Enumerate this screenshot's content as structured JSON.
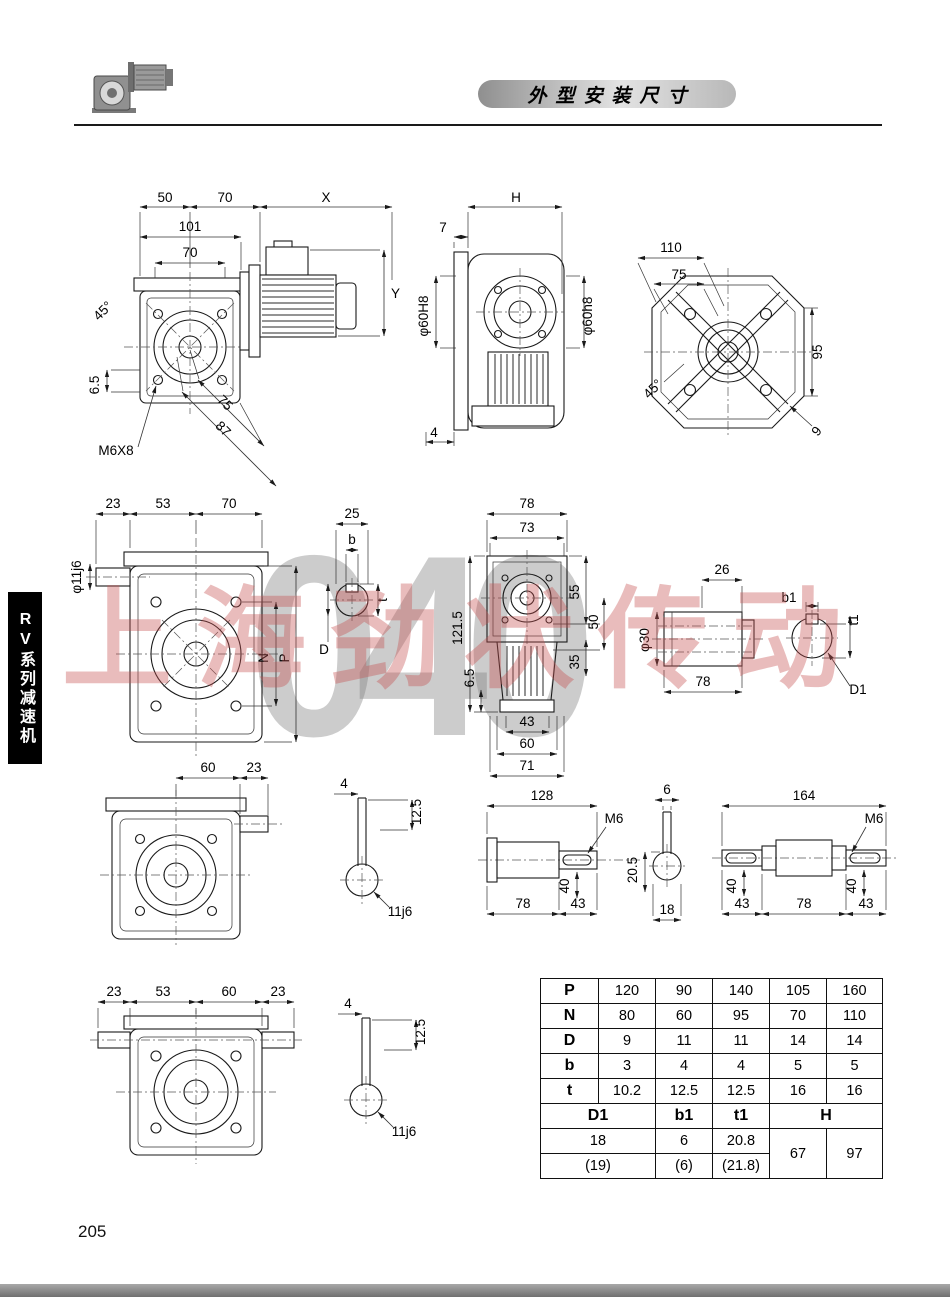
{
  "header": {
    "title": "外型安装尺寸"
  },
  "sidebar": {
    "label": "RV系列减速机"
  },
  "watermark": {
    "text": "上海劲状传动",
    "number": "040"
  },
  "footer": {
    "page_number": "205"
  },
  "views": {
    "front_motor": {
      "d50": "50",
      "d70a": "70",
      "dX": "X",
      "d101": "101",
      "d70b": "70",
      "a45": "45°",
      "d65": "6.5",
      "d75": "75",
      "d87": "87",
      "m6": "M6X8",
      "dY": "Y"
    },
    "side_top": {
      "dH": "H",
      "d7": "7",
      "boreL": "φ60H8",
      "boreR": "φ60h8",
      "d4": "4"
    },
    "flange_rear": {
      "d110": "110",
      "d75": "75",
      "d95": "95",
      "a45": "45°",
      "d9": "9"
    },
    "front_dims": {
      "d23": "23",
      "d53": "53",
      "d70": "70",
      "shaft": "φ11j6",
      "N": "N",
      "P": "P",
      "D": "D",
      "d25": "25",
      "b": "b",
      "t": "t"
    },
    "side_mid": {
      "d78": "78",
      "d73": "73",
      "d1215": "121.5",
      "d55": "55",
      "d50": "50",
      "d35": "35",
      "d65": "6.5",
      "d43": "43",
      "d60": "60",
      "d71": "71"
    },
    "hollow_shaft": {
      "d26": "26",
      "b1": "b1",
      "t1": "t1",
      "d30": "φ30",
      "d78": "78",
      "D1": "D1"
    },
    "rear_view": {
      "d60": "60",
      "d23": "23"
    },
    "shaft_end_a": {
      "d4": "4",
      "d125": "12.5",
      "d11": "11j6"
    },
    "shaft_single": {
      "d128": "128",
      "m6": "M6",
      "d40": "40",
      "d78": "78",
      "d43": "43"
    },
    "shaft_pin": {
      "d6": "6",
      "d205": "20.5",
      "d18": "18"
    },
    "shaft_double": {
      "d164": "164",
      "m6": "M6",
      "d40a": "40",
      "d40b": "40",
      "d43a": "43",
      "d78": "78",
      "d43b": "43"
    },
    "front_double": {
      "d23a": "23",
      "d53": "53",
      "d60": "60",
      "d23b": "23"
    },
    "shaft_end_b": {
      "d4": "4",
      "d125": "12.5",
      "d11": "11j6"
    }
  },
  "table": {
    "rows": [
      {
        "label": "P",
        "values": [
          "120",
          "90",
          "140",
          "105",
          "160"
        ]
      },
      {
        "label": "N",
        "values": [
          "80",
          "60",
          "95",
          "70",
          "110"
        ]
      },
      {
        "label": "D",
        "values": [
          "9",
          "11",
          "11",
          "14",
          "14"
        ]
      },
      {
        "label": "b",
        "values": [
          "3",
          "4",
          "4",
          "5",
          "5"
        ]
      },
      {
        "label": "t",
        "values": [
          "10.2",
          "12.5",
          "12.5",
          "16",
          "16"
        ]
      }
    ],
    "bottom_header": {
      "c1": "D1",
      "c2": "b1",
      "c3": "t1",
      "c4": "H"
    },
    "bottom_row1": {
      "c1": "18",
      "c2": "6",
      "c3": "20.8",
      "c4": "67",
      "c5": "97"
    },
    "bottom_row2": {
      "c1": "(19)",
      "c2": "(6)",
      "c3": "(21.8)"
    }
  }
}
